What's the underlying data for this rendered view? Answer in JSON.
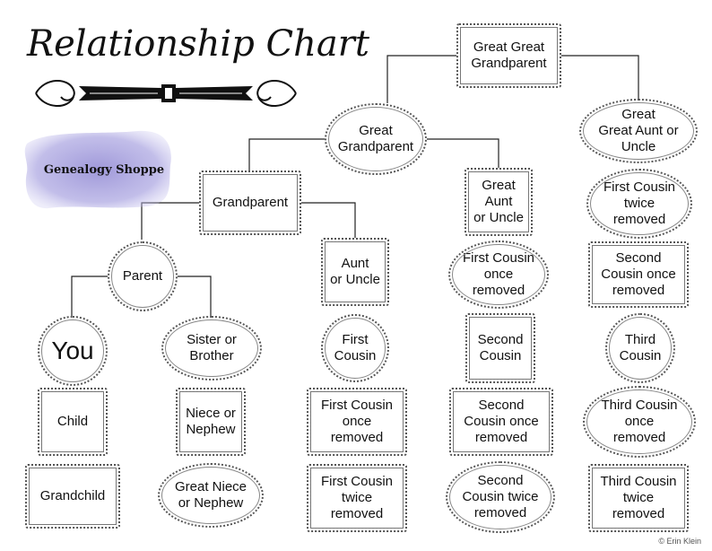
{
  "title": "Relationship Chart",
  "logo_text": "Genealogy Shoppe",
  "credit": "© Erin Klein",
  "colors": {
    "ink": "#111111",
    "frame": "#555555",
    "logo_wash": "#9a93d6"
  },
  "nodes": {
    "great_great_grandparent": "Great Great\nGrandparent",
    "great_grandparent": "Great\nGrandparent",
    "great_great_aunt_uncle": "Great\nGreat Aunt or\nUncle",
    "grandparent": "Grandparent",
    "great_aunt_uncle": "Great\nAunt\nor Uncle",
    "first_cousin_twice_removed_right": "First Cousin\ntwice\nremoved",
    "parent": "Parent",
    "aunt_uncle": "Aunt\nor Uncle",
    "first_cousin_once_removed_mid": "First Cousin\nonce\nremoved",
    "second_cousin_once_removed_right": "Second\nCousin once\nremoved",
    "you": "You",
    "sister_brother": "Sister or\nBrother",
    "first_cousin": "First\nCousin",
    "second_cousin": "Second\nCousin",
    "third_cousin": "Third\nCousin",
    "child": "Child",
    "niece_nephew": "Niece or\nNephew",
    "first_cousin_once_removed_bottom": "First Cousin\nonce\nremoved",
    "second_cousin_once_removed_bottom": "Second\nCousin once\nremoved",
    "third_cousin_once_removed": "Third Cousin\nonce\nremoved",
    "grandchild": "Grandchild",
    "great_niece_nephew": "Great Niece\nor Nephew",
    "first_cousin_twice_removed_bottom": "First Cousin\ntwice\nremoved",
    "second_cousin_twice_removed": "Second\nCousin twice\nremoved",
    "third_cousin_twice_removed": "Third Cousin\ntwice\nremoved"
  }
}
